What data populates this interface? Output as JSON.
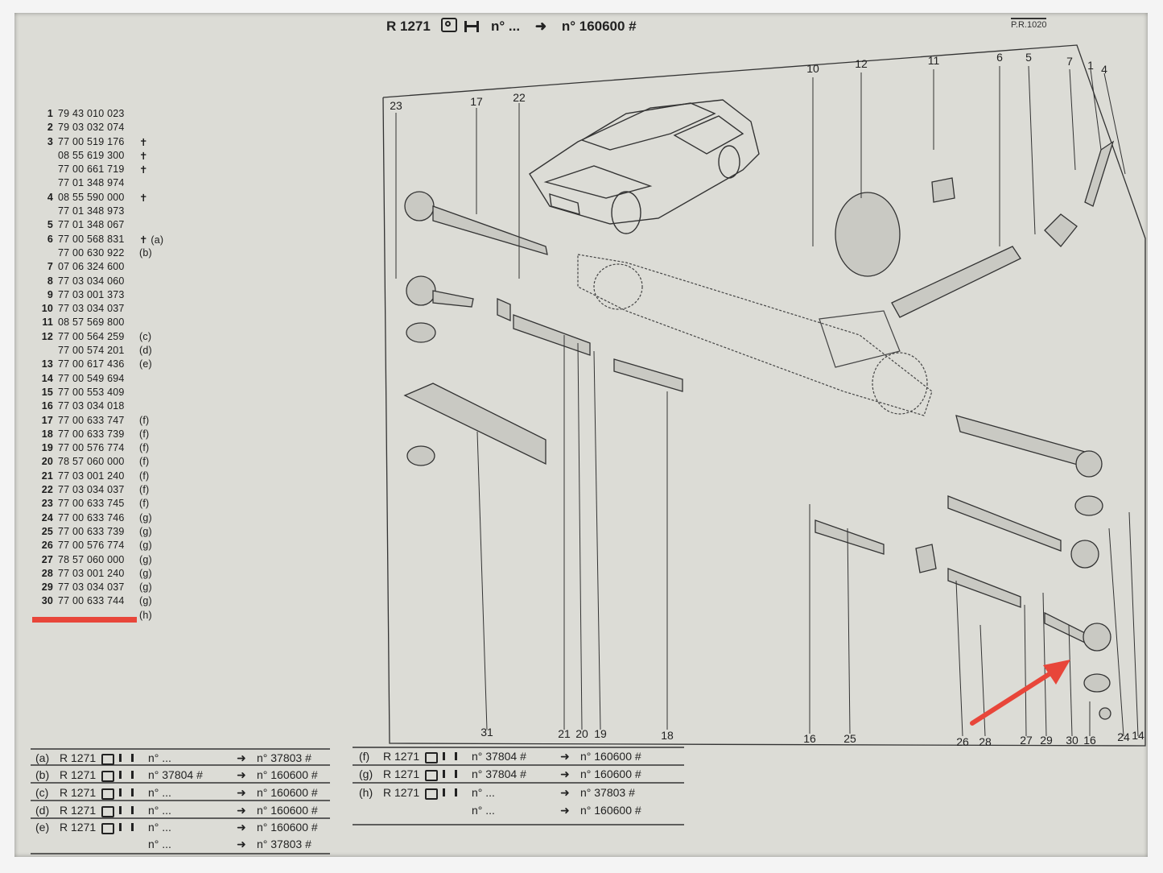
{
  "header": {
    "model": "R 1271",
    "icons": [
      "steering-wheel-icon",
      "axle-icon"
    ],
    "from": "n° ...",
    "arrow": "➜",
    "to": "n° 160600 #",
    "plate_ref": "P.R.1020"
  },
  "parts": [
    {
      "no": "1",
      "pn": "79 43 010 023",
      "note": ""
    },
    {
      "no": "2",
      "pn": "79 03 032 074",
      "note": ""
    },
    {
      "no": "3",
      "pn": "77 00 519 176",
      "note": "✝"
    },
    {
      "no": "",
      "pn": "08 55 619 300",
      "note": "✝"
    },
    {
      "no": "",
      "pn": "77 00 661 719",
      "note": "✝"
    },
    {
      "no": "",
      "pn": "77 01 348 974",
      "note": ""
    },
    {
      "no": "4",
      "pn": "08 55 590 000",
      "note": "✝"
    },
    {
      "no": "",
      "pn": "77 01 348 973",
      "note": ""
    },
    {
      "no": "5",
      "pn": "77 01 348 067",
      "note": ""
    },
    {
      "no": "6",
      "pn": "77 00 568 831",
      "note": "✝ (a)"
    },
    {
      "no": "",
      "pn": "77 00 630 922",
      "note": "(b)"
    },
    {
      "no": "7",
      "pn": "07 06 324 600",
      "note": ""
    },
    {
      "no": "8",
      "pn": "77 03 034 060",
      "note": ""
    },
    {
      "no": "9",
      "pn": "77 03 001 373",
      "note": ""
    },
    {
      "no": "10",
      "pn": "77 03 034 037",
      "note": ""
    },
    {
      "no": "11",
      "pn": "08 57 569 800",
      "note": ""
    },
    {
      "no": "12",
      "pn": "77 00 564 259",
      "note": "(c)"
    },
    {
      "no": "",
      "pn": "77 00 574 201",
      "note": "(d)"
    },
    {
      "no": "13",
      "pn": "77 00 617 436",
      "note": "(e)"
    },
    {
      "no": "14",
      "pn": "77 00 549 694",
      "note": ""
    },
    {
      "no": "15",
      "pn": "77 00 553 409",
      "note": ""
    },
    {
      "no": "16",
      "pn": "77 03 034 018",
      "note": ""
    },
    {
      "no": "17",
      "pn": "77 00 633 747",
      "note": "(f)"
    },
    {
      "no": "18",
      "pn": "77 00 633 739",
      "note": "(f)"
    },
    {
      "no": "19",
      "pn": "77 00 576 774",
      "note": "(f)"
    },
    {
      "no": "20",
      "pn": "78 57 060 000",
      "note": "(f)"
    },
    {
      "no": "21",
      "pn": "77 03 001 240",
      "note": "(f)"
    },
    {
      "no": "22",
      "pn": "77 03 034 037",
      "note": "(f)"
    },
    {
      "no": "23",
      "pn": "77 00 633 745",
      "note": "(f)"
    },
    {
      "no": "24",
      "pn": "77 00 633 746",
      "note": "(g)"
    },
    {
      "no": "25",
      "pn": "77 00 633 739",
      "note": "(g)"
    },
    {
      "no": "26",
      "pn": "77 00 576 774",
      "note": "(g)"
    },
    {
      "no": "27",
      "pn": "78 57 060 000",
      "note": "(g)"
    },
    {
      "no": "28",
      "pn": "77 03 001 240",
      "note": "(g)"
    },
    {
      "no": "29",
      "pn": "77 03 034 037",
      "note": "(g)"
    },
    {
      "no": "30",
      "pn": "77 00 633 744",
      "note": "(g)"
    },
    {
      "no": "",
      "pn": "",
      "note": "(h)"
    }
  ],
  "callouts": [
    "23",
    "17",
    "22",
    "10",
    "12",
    "11",
    "6",
    "5",
    "7",
    "1",
    "4",
    "31",
    "21",
    "20",
    "19",
    "18",
    "16",
    "25",
    "26",
    "28",
    "27",
    "29",
    "30",
    "16",
    "24",
    "14"
  ],
  "legend_left": [
    {
      "key": "(a)",
      "model": "R 1271",
      "from": "n° ...",
      "to": "n° 37803 #"
    },
    {
      "key": "(b)",
      "model": "R 1271",
      "from": "n° 37804 #",
      "to": "n° 160600 #"
    },
    {
      "key": "(c)",
      "model": "R 1271",
      "from": "n° ...",
      "to": "n° 160600 #"
    },
    {
      "key": "(d)",
      "model": "R 1271",
      "from": "n° ...",
      "to": "n° 160600 #"
    },
    {
      "key": "(e)",
      "model": "R 1271",
      "from": "n° ...",
      "to": "n° 160600 #"
    },
    {
      "key": "",
      "model": "",
      "from": "n° ...",
      "to": "n° 37803 #"
    }
  ],
  "legend_right": [
    {
      "key": "(f)",
      "model": "R 1271",
      "from": "n° 37804 #",
      "to": "n° 160600 #"
    },
    {
      "key": "(g)",
      "model": "R 1271",
      "from": "n° 37804 #",
      "to": "n° 160600 #"
    },
    {
      "key": "(h)",
      "model": "R 1271",
      "from": "n° ...",
      "to": "n° 37803 #"
    },
    {
      "key": "",
      "model": "",
      "from": "n° ...",
      "to": "n° 160600 #"
    }
  ],
  "arrow_symbol": "➜",
  "colors": {
    "highlight": "#e8463a",
    "paper": "#dcdcd6",
    "ink": "#222222"
  }
}
